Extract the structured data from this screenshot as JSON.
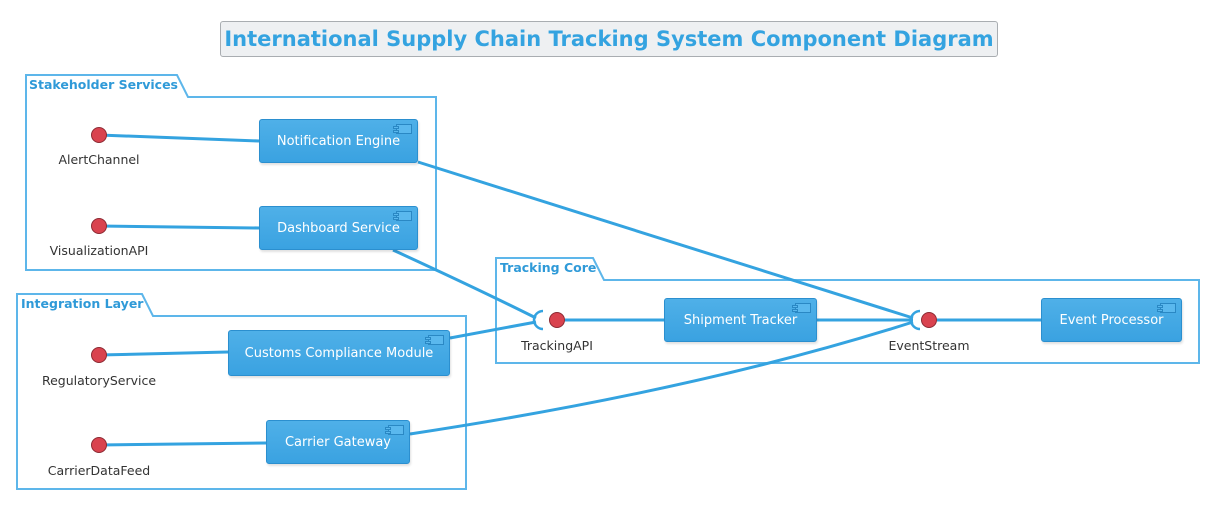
{
  "title": "International Supply Chain Tracking System Component Diagram",
  "colors": {
    "accent": "#34a3e0",
    "component_fill": "#3fa6e3",
    "interface_fill": "#d9434f",
    "package_border": "#5db6ea"
  },
  "packages": {
    "stakeholder": "Stakeholder Services",
    "integration": "Integration Layer",
    "core": "Tracking Core"
  },
  "components": {
    "notification": "Notification Engine",
    "dashboard": "Dashboard Service",
    "customs": "Customs Compliance Module",
    "carrier": "Carrier Gateway",
    "shipment": "Shipment Tracker",
    "event_processor": "Event Processor"
  },
  "interfaces": {
    "alert": "AlertChannel",
    "visualization": "VisualizationAPI",
    "regulatory": "RegulatoryService",
    "carrier_feed": "CarrierDataFeed",
    "tracking": "TrackingAPI",
    "event_stream": "EventStream"
  },
  "connections": [
    {
      "from": "AlertChannel",
      "to": "Notification Engine"
    },
    {
      "from": "VisualizationAPI",
      "to": "Dashboard Service"
    },
    {
      "from": "RegulatoryService",
      "to": "Customs Compliance Module"
    },
    {
      "from": "CarrierDataFeed",
      "to": "Carrier Gateway"
    },
    {
      "from": "TrackingAPI",
      "to": "Shipment Tracker"
    },
    {
      "from": "EventStream",
      "to": "Event Processor"
    },
    {
      "from": "Shipment Tracker",
      "to": "EventStream",
      "type": "requires"
    },
    {
      "from": "Dashboard Service",
      "to": "TrackingAPI",
      "type": "requires"
    },
    {
      "from": "Customs Compliance Module",
      "to": "TrackingAPI",
      "type": "requires"
    },
    {
      "from": "Notification Engine",
      "to": "EventStream",
      "type": "requires"
    },
    {
      "from": "Carrier Gateway",
      "to": "EventStream",
      "type": "requires"
    }
  ]
}
